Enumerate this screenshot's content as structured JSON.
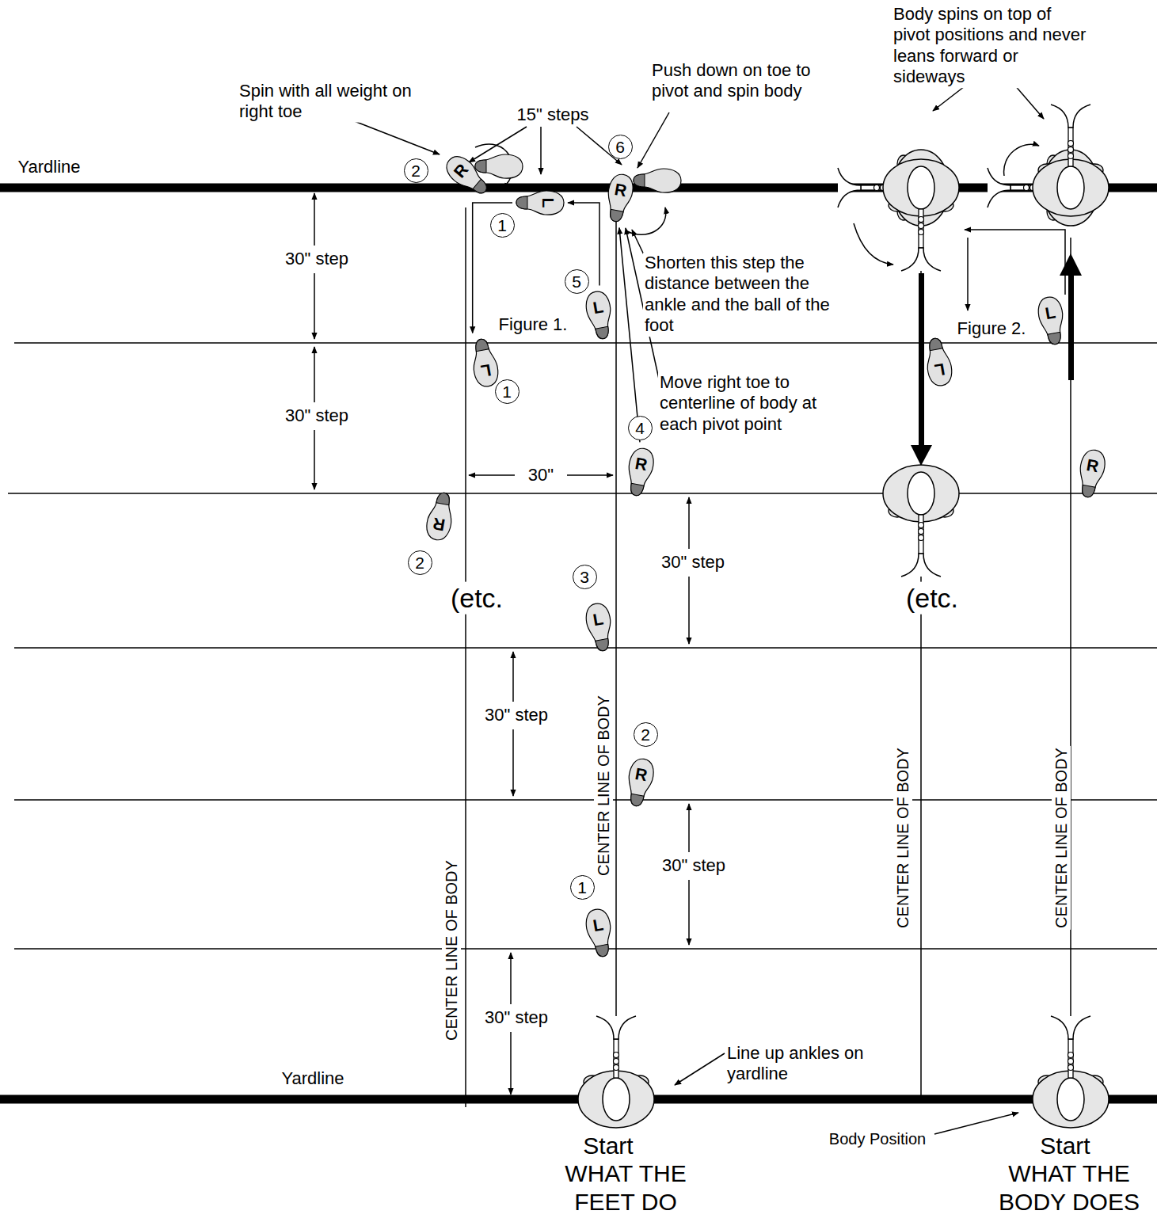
{
  "diagram": {
    "nodes": [
      {
        "text": [
          "2"
        ]
      },
      {
        "text": [
          "R"
        ]
      },
      {
        "text": [
          "L"
        ]
      },
      {
        "text": [
          "1"
        ]
      },
      {
        "text": [
          "6"
        ]
      },
      {
        "text": [
          "R"
        ]
      },
      {
        "text": [
          "5"
        ]
      },
      {
        "text": [
          "L"
        ]
      },
      {
        "text": [
          "L"
        ]
      },
      {
        "text": [
          "1"
        ]
      },
      {
        "text": [
          "4"
        ]
      },
      {
        "text": [
          "R"
        ]
      },
      {
        "text": [
          "R"
        ]
      },
      {
        "text": [
          "2"
        ]
      },
      {
        "text": [
          "3"
        ]
      },
      {
        "text": [
          "L"
        ]
      },
      {
        "text": [
          "2"
        ]
      },
      {
        "text": [
          "R"
        ]
      },
      {
        "text": [
          "1"
        ]
      },
      {
        "text": [
          "L"
        ]
      },
      {
        "text": [
          "L"
        ]
      },
      {
        "text": [
          "L"
        ]
      },
      {
        "text": [
          "R"
        ]
      }
    ],
    "edges": [
      {
        "from": 7,
        "to": 2,
        "arrow": "to"
      },
      {
        "from": 2,
        "to": 8,
        "arrow": "to"
      },
      {
        "from": 11,
        "to": 5,
        "arrow": "to"
      }
    ],
    "labels": [
      "Spin with all weight on right toe",
      "15\" steps",
      "Push down on toe to pivot and spin body",
      "Body spins on top of pivot positions and never leans forward or sideways",
      "Yardline",
      "30\" step",
      "Shorten this step the distance between the ankle and the ball of the foot",
      "Figure 1.",
      "Figure 2.",
      "30\" step",
      "Move right toe to centerline of body at each pivot point",
      "30\"",
      "30\" step",
      "(etc.",
      "(etc.",
      "30\" step",
      "CENTER LINE OF BODY",
      "CENTER LINE OF BODY",
      "CENTER LINE OF BODY",
      "30\" step",
      "CENTER LINE OF BODY",
      "30\" step",
      "Line up ankles on yardline",
      "Yardline",
      "Body Position",
      "Start",
      "Start",
      "WHAT THE FEET DO",
      "WHAT THE BODY DOES"
    ]
  }
}
